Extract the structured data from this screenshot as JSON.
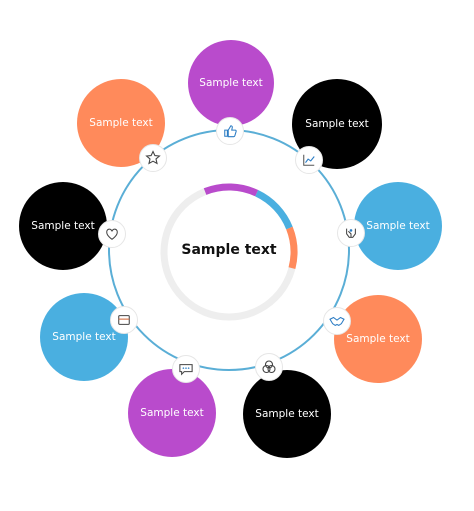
{
  "center": {
    "title": "Sample text"
  },
  "colors": {
    "ring": "#5aaed6",
    "orange": "#ff8a5b",
    "purple": "#b94bcc",
    "blue": "#4aafe0",
    "black": "#000000",
    "track": "#eeeeee",
    "icon": "#444444"
  },
  "nodes": [
    {
      "label": "Sample text",
      "color": "#b94bcc",
      "icon": "thumbs-up-icon"
    },
    {
      "label": "Sample text",
      "color": "#000000",
      "icon": "chart-icon"
    },
    {
      "label": "Sample text",
      "color": "#4aafe0",
      "icon": "hands-icon"
    },
    {
      "label": "Sample text",
      "color": "#ff8a5b",
      "icon": "handshake-icon"
    },
    {
      "label": "Sample text",
      "color": "#000000",
      "icon": "circles-icon"
    },
    {
      "label": "Sample text",
      "color": "#b94bcc",
      "icon": "chat-icon"
    },
    {
      "label": "Sample text",
      "color": "#4aafe0",
      "icon": "card-icon"
    },
    {
      "label": "Sample text",
      "color": "#000000",
      "icon": "heart-icon"
    },
    {
      "label": "Sample text",
      "color": "#ff8a5b",
      "icon": "star-icon"
    }
  ],
  "progress_arc": {
    "segments": [
      {
        "color": "#b94bcc",
        "fraction": 0.13
      },
      {
        "color": "#4aafe0",
        "fraction": 0.12
      },
      {
        "color": "#ff8a5b",
        "fraction": 0.1
      }
    ]
  }
}
